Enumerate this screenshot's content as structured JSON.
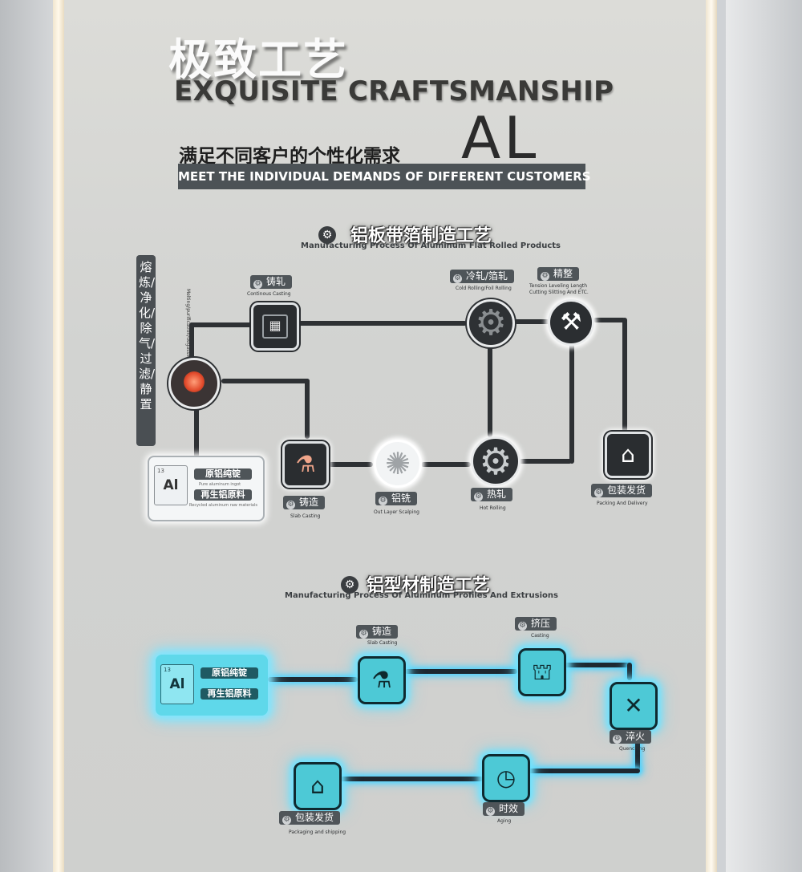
{
  "header": {
    "title_cn": "极致工艺",
    "title_en": "EXQUISITE CRAFTSMANSHIP",
    "subtitle_cn": "满足不同客户的个性化需求",
    "al_mark": "AL",
    "subtitle_en": "MEET THE INDIVIDUAL DEMANDS OF DIFFERENT CUSTOMERS"
  },
  "section1": {
    "title_cn": "铝板带箔制造工艺",
    "title_en": "Manufacturing Process Of Aluminum Flat Rolled Products",
    "vertical_label_cn": "熔炼/净化/除气/过滤/静置",
    "vertical_label_en": "Melting/purification/degassing/filtration/settling",
    "source_card": {
      "symbol": "Al",
      "number": "13",
      "pill1": "原铝纯锭",
      "pill1_en": "Pure aluminum ingot",
      "pill2": "再生铝原料",
      "pill2_en": "Recycled aluminum raw materials"
    },
    "nodes": {
      "casting_cn": "铸轧",
      "casting_en": "Continous Casting",
      "cold_cn": "冷轧/箔轧",
      "cold_en": "Cold Rolling/Foil Rolling",
      "finishing_cn": "精整",
      "finishing_en1": "Tension Leveling Length",
      "finishing_en2": "Cutting Slitting And ETC.",
      "slab_cn": "铸造",
      "slab_en": "Slab Casting",
      "scalping_cn": "铝铣",
      "scalping_en": "Out Layer Scalping",
      "hot_cn": "热轧",
      "hot_en": "Hot Rolling",
      "pack_cn": "包装发货",
      "pack_en": "Packing And Delivery"
    }
  },
  "section2": {
    "title_cn": "铝型材制造工艺",
    "title_en": "Manufacturing Process Of Aluminum Profiles And Extrusions",
    "source_card": {
      "symbol": "Al",
      "number": "13",
      "pill1": "原铝纯锭",
      "pill2": "再生铝原料"
    },
    "nodes": {
      "slab_cn": "铸造",
      "slab_en": "Slab Casting",
      "extrude_cn": "挤压",
      "extrude_en": "Casting",
      "quench_cn": "淬火",
      "quench_en": "Quenching",
      "aging_cn": "时效",
      "aging_en": "Aging",
      "pack_cn": "包装发货",
      "pack_en": "Packaging and shipping"
    }
  },
  "colors": {
    "panel": "#d4d5d3",
    "pipe": "#2e3134",
    "cyan_glow": "#4fd4ff",
    "pill": "#4f5559",
    "bar": "#4c5256"
  }
}
